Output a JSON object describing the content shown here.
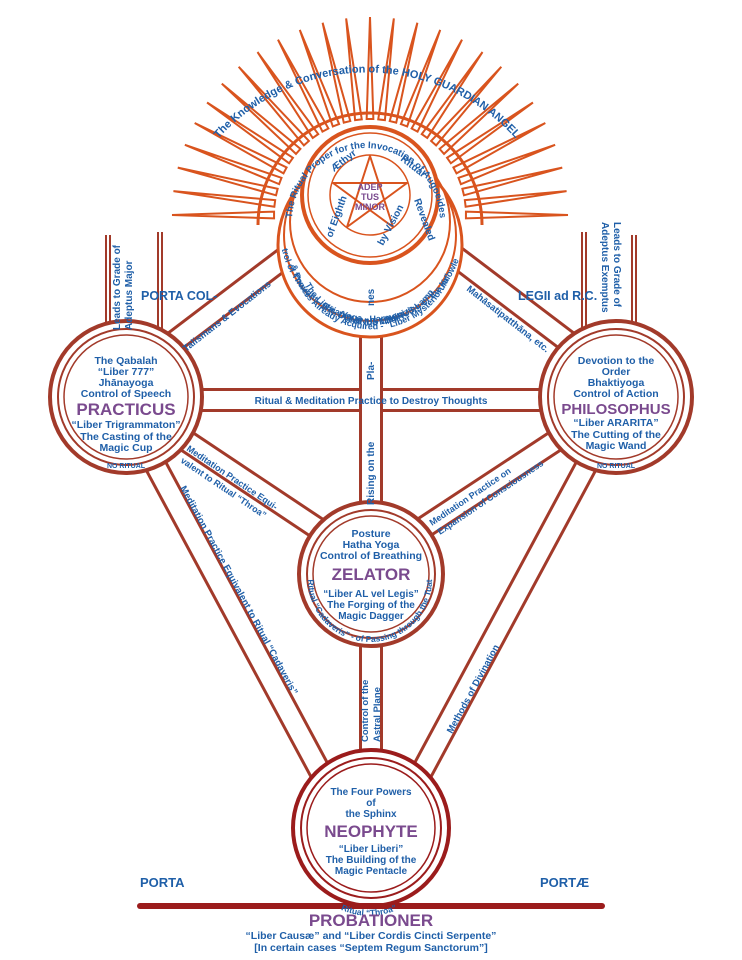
{
  "colors": {
    "orange": "#d9541e",
    "red": "#9b1c1c",
    "brown": "#a23a2a",
    "blue": "#1f5fa8",
    "purple": "#7a4a8e"
  },
  "adeptus": {
    "ring_text": "The Knowledge & Conversation of the HOLY GUARDIAN ANGEL",
    "inner_ring_text": "The Ritual Proper for the Invocation of Augoeides",
    "pentagram_center": [
      "ADEP",
      "TUS",
      "MINOR"
    ],
    "words": {
      "aethyr": "Æthyr",
      "ritual": "Ritual",
      "revealed": "Revealed",
      "by_vision": "by Vision",
      "of_eighth": "of Eighth"
    },
    "arc_lines": [
      "Control of Thought - Rāja Yoga - Harmonizing of the Knowledge",
      "& Powers Already Acquired - \"Liber Mysteriorum\"",
      "The Light- DOMINUS LIMINUS Lamp",
      "ing of the Magic"
    ]
  },
  "practicus": {
    "lines": [
      "The Qabalah",
      "“Liber 777”",
      "Jhānayoga",
      "Control of Speech"
    ],
    "title": "PRACTICUS",
    "book": "“Liber Trigrammaton”",
    "tool_lines": [
      "The Casting of the",
      "Magic Cup"
    ],
    "no_ritual": "NO RITUAL"
  },
  "philosophus": {
    "lines": [
      "Devotion to the",
      "Order",
      "Bhaktiyoga",
      "Control of Action"
    ],
    "title": "PHILOSOPHUS",
    "book": "“Liber ARARITA”",
    "tool_lines": [
      "The Cutting of the",
      "Magic Wand"
    ],
    "no_ritual": "NO RITUAL"
  },
  "zelator": {
    "lines": [
      "Posture",
      "Hatha Yoga",
      "Control of Breathing"
    ],
    "title": "ZELATOR",
    "book": "“Liber AL vel Legis”",
    "tool_lines": [
      "The Forging of the",
      "Magic Dagger"
    ],
    "ring_text": "Ritual “Cadaveris” - of Passing through the Tuat"
  },
  "neophyte": {
    "lines": [
      "The Four Powers",
      "of",
      "the Sphinx"
    ],
    "title": "NEOPHYTE",
    "book": "“Liber Liberi”",
    "tool_lines": [
      "The Building of the",
      "Magic Pentacle"
    ],
    "ring_text": "Ritual “Throa”"
  },
  "paths": {
    "leads_left": [
      "Leads to Grade of",
      "Adeptus Major"
    ],
    "leads_right": [
      "Leads to Grade of",
      "Adeptus Exemptus"
    ],
    "porta_col": "PORTA COL-",
    "legii": "LEGII ad R.C.",
    "talismans": "Talismans & Evocations",
    "mahasati": "Mahāsatipatthāna, etc.",
    "ritual_meditation": "Ritual & Meditation Practice to Destroy Thoughts",
    "planes": [
      "Rising on the",
      "Pla-",
      "nes"
    ],
    "med_throa": [
      "Meditation Practice Equi-",
      "valent to Ritual “Throa”"
    ],
    "med_expansion": [
      "Meditation Practice on",
      "Expansion of Consciousness"
    ],
    "med_cadaveris": "Meditation Practice Equivalent to Ritual “Cadaveris”",
    "divination": "Methods of Divination",
    "astral": [
      "Control of the",
      "Astral Plane"
    ],
    "porta": "PORTA",
    "portae": "PORTÆ"
  },
  "probationer": {
    "title": "PROBATIONER",
    "line1": "“Liber Causæ” and “Liber Cordis Cincti Serpente”",
    "line2": "[In certain cases “Septem Regum Sanctorum”]"
  }
}
